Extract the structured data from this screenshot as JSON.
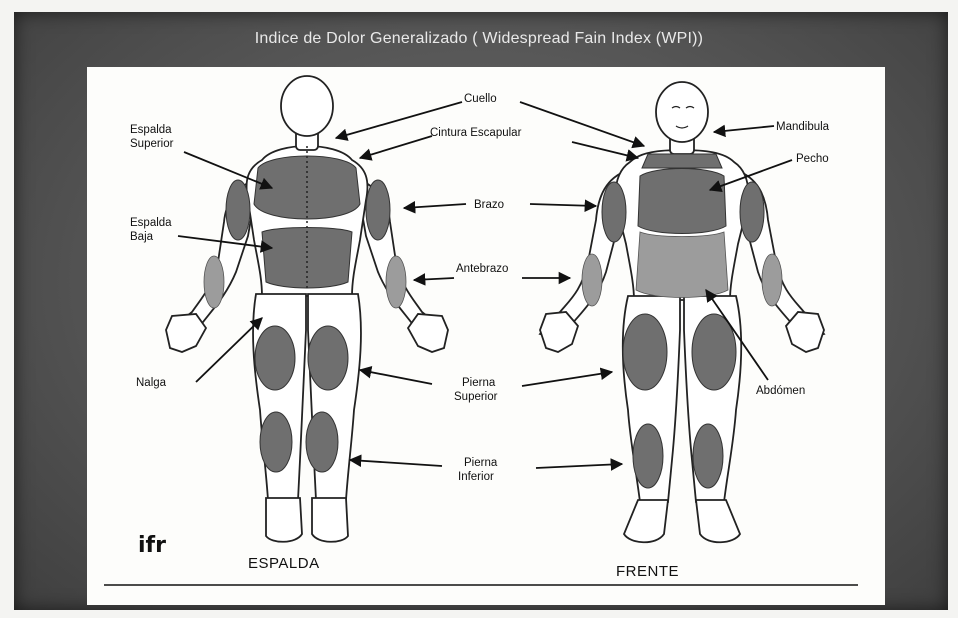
{
  "title": "Indice de Dolor Generalizado ( Widespread Fain Index (WPI))",
  "logo": "ifr",
  "views": {
    "back": "ESPALDA",
    "front": "FRENTE"
  },
  "labels": {
    "cuello": "Cuello",
    "cintura_escapular": "Cintura Escapular",
    "mandibula": "Mandibula",
    "pecho": "Pecho",
    "espalda_superior_1": "Espalda",
    "espalda_superior_2": "Superior",
    "espalda_baja_1": "Espalda",
    "espalda_baja_2": "Baja",
    "brazo": "Brazo",
    "antebrazo": "Antebrazo",
    "nalga": "Nalga",
    "pierna_superior_1": "Pierna",
    "pierna_superior_2": "Superior",
    "pierna_inferior_1": "Pierna",
    "pierna_inferior_2": "Inferior",
    "abdomen": "Abdómen"
  }
}
